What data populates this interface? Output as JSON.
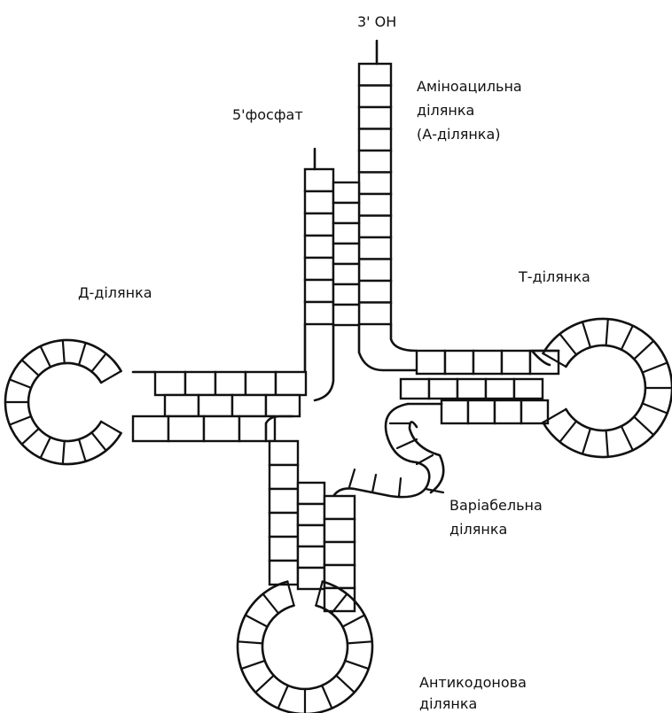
{
  "labels": {
    "three_prime": "3' OH",
    "five_prime": "5'фосфат",
    "acceptor": [
      "Аміноацильна",
      "ділянка",
      "(А-ділянка)"
    ],
    "d_region": "Д-ділянка",
    "t_region": "Т-ділянка",
    "variable": [
      "Варіабельна",
      "ділянка"
    ],
    "anticodon": [
      "Антикодонова",
      "ділянка"
    ]
  },
  "structure": {
    "acceptor_stem_pairs": 7,
    "d_stem_pairs": 4,
    "t_stem_pairs": 5,
    "anticodon_stem_pairs": 5,
    "d_loop_segments": 14,
    "t_loop_segments": 14,
    "anticodon_loop_segments": 14
  }
}
